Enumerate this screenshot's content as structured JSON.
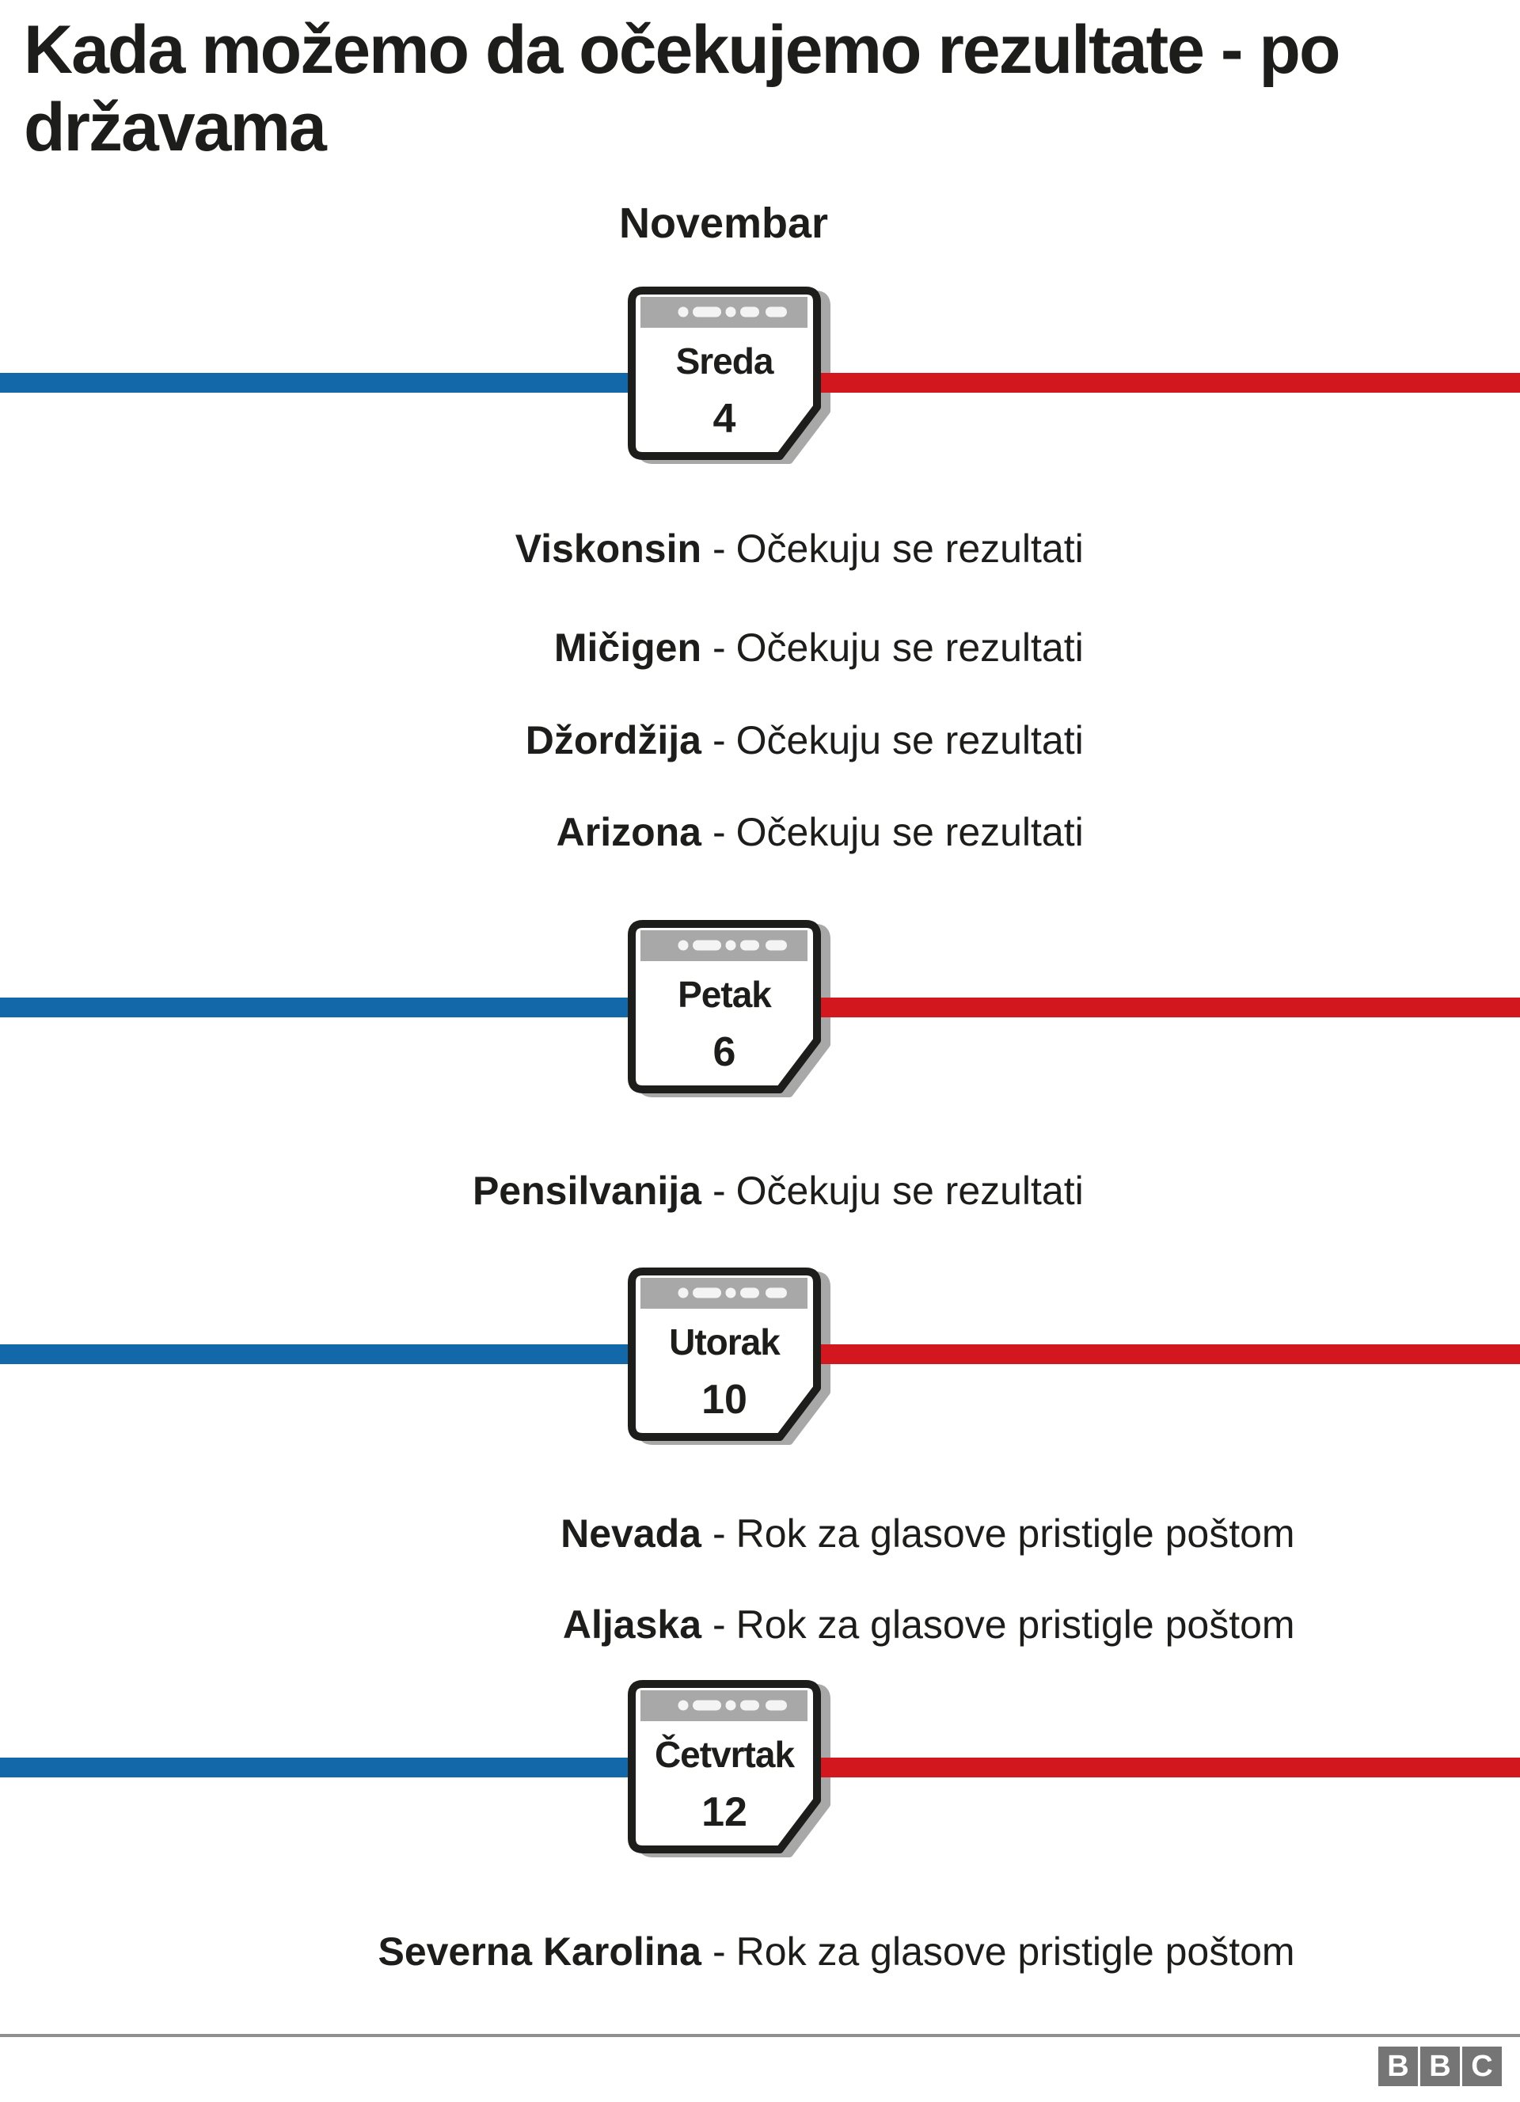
{
  "title_lines": [
    "Kada možemo da očekujemo rezultate - po",
    "državama"
  ],
  "month_label": "Novembar",
  "row_separator": "-",
  "sections": [
    {
      "day": "Sreda",
      "date": "4",
      "states": [
        {
          "name": "Viskonsin",
          "status": "Očekuju se rezultati"
        },
        {
          "name": "Mičigen",
          "status": "Očekuju se rezultati"
        },
        {
          "name": "Džordžija",
          "status": "Očekuju se rezultati"
        },
        {
          "name": "Arizona",
          "status": "Očekuju se rezultati"
        }
      ]
    },
    {
      "day": "Petak",
      "date": "6",
      "states": [
        {
          "name": "Pensilvanija",
          "status": "Očekuju se rezultati"
        }
      ]
    },
    {
      "day": "Utorak",
      "date": "10",
      "states": [
        {
          "name": "Nevada",
          "status": "Rok za glasove pristigle poštom"
        },
        {
          "name": "Aljaska",
          "status": "Rok za glasove pristigle poštom"
        }
      ]
    },
    {
      "day": "Četvrtak",
      "date": "12",
      "states": [
        {
          "name": "Severna Karolina",
          "status": "Rok za glasove pristigle poštom"
        }
      ]
    }
  ],
  "chart_data": {
    "type": "table",
    "title": "Kada možemo da očekujemo rezultate - po državama",
    "month": "Novembar",
    "rows": [
      {
        "date": "Sreda 4",
        "state": "Viskonsin",
        "status": "Očekuju se rezultati"
      },
      {
        "date": "Sreda 4",
        "state": "Mičigen",
        "status": "Očekuju se rezultati"
      },
      {
        "date": "Sreda 4",
        "state": "Džordžija",
        "status": "Očekuju se rezultati"
      },
      {
        "date": "Sreda 4",
        "state": "Arizona",
        "status": "Očekuju se rezultati"
      },
      {
        "date": "Petak 6",
        "state": "Pensilvanija",
        "status": "Očekuju se rezultati"
      },
      {
        "date": "Utorak 10",
        "state": "Nevada",
        "status": "Rok za glasove pristigle poštom"
      },
      {
        "date": "Utorak 10",
        "state": "Aljaska",
        "status": "Rok za glasove pristigle poštom"
      },
      {
        "date": "Četvrtak 12",
        "state": "Severna Karolina",
        "status": "Rok za glasove pristigle poštom"
      }
    ]
  },
  "colors": {
    "blue": "#1268a8",
    "red": "#d2181e",
    "calendar_gray": "#a8a8a8",
    "text": "#1d1d1b",
    "logo_gray": "#757575"
  },
  "footer": {
    "logo_letters": [
      "B",
      "B",
      "C"
    ]
  }
}
